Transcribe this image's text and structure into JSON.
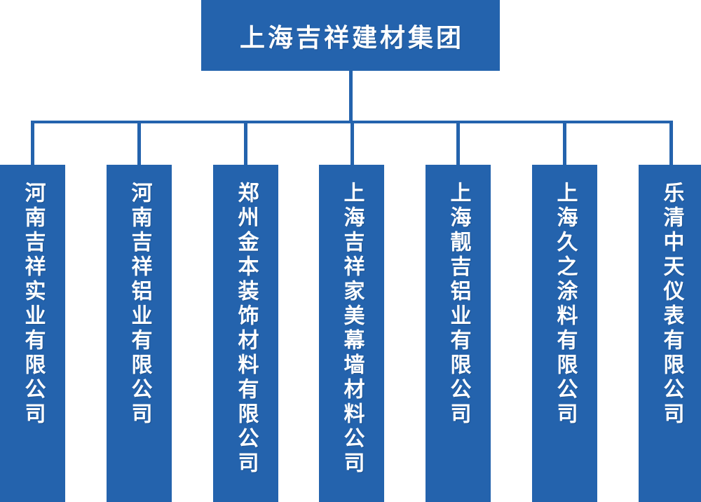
{
  "org_chart": {
    "root": {
      "label": "上海吉祥建材集团"
    },
    "children": [
      {
        "label": "河南吉祥实业有限公司"
      },
      {
        "label": "河南吉祥铝业有限公司"
      },
      {
        "label": "郑州金本装饰材料有限公司"
      },
      {
        "label": "上海吉祥家美幕墙材料公司"
      },
      {
        "label": "上海靓吉铝业有限公司"
      },
      {
        "label": "上海久之涂料有限公司"
      },
      {
        "label": "乐清中天仪表有限公司"
      }
    ],
    "colors": {
      "node_background": "#2463AD",
      "node_text": "#FFFFFF",
      "connector": "#2463AD",
      "page_background": "#FFFFFF"
    }
  }
}
